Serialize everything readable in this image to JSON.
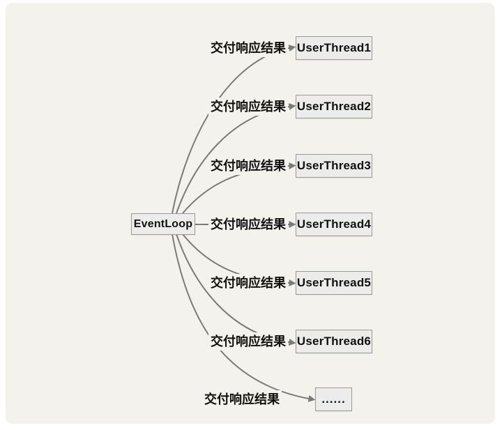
{
  "diagram": {
    "source": {
      "label": "EventLoop"
    },
    "edge_label": "交付响应结果",
    "targets": [
      {
        "label": "UserThread1"
      },
      {
        "label": "UserThread2"
      },
      {
        "label": "UserThread3"
      },
      {
        "label": "UserThread4"
      },
      {
        "label": "UserThread5"
      },
      {
        "label": "UserThread6"
      },
      {
        "label": "......"
      }
    ],
    "colors": {
      "canvas_bg": "#f4f2ec",
      "node_fill": "#ececea",
      "node_border": "#999999",
      "connector": "#7a7a7a",
      "text": "#111111"
    }
  }
}
